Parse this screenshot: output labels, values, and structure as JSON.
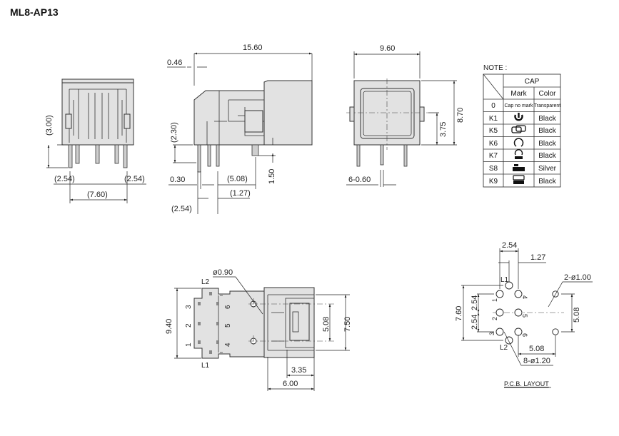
{
  "title": "ML8-AP13",
  "front_view": {
    "dim_height": "(3.00)",
    "dim_left_pitch": "(2.54)",
    "dim_right_pitch": "(2.54)",
    "dim_width": "(7.60)"
  },
  "side_view": {
    "dim_length": "15.60",
    "dim_thickness": "0.46",
    "dim_height": "(2.30)",
    "dim_pin_width": "0.30",
    "dim_pitch_a": "(5.08)",
    "dim_pitch_b": "(1.27)",
    "dim_pitch_c": "(2.54)",
    "dim_standoff": "1.50"
  },
  "top_view": {
    "dim_width": "9.60",
    "dim_height": "8.70",
    "dim_center": "3.75",
    "dim_pins": "6-0.60"
  },
  "note": {
    "label": "NOTE :",
    "header_group": "CAP",
    "col_mark": "Mark",
    "col_color": "Color",
    "rows": [
      {
        "code": "0",
        "mark": "Cap no mark",
        "color": "Transparent",
        "icon": "none"
      },
      {
        "code": "K1",
        "mark": "",
        "color": "Black",
        "icon": "power-icon"
      },
      {
        "code": "K5",
        "mark": "",
        "color": "Black",
        "icon": "link-icon"
      },
      {
        "code": "K6",
        "mark": "",
        "color": "Black",
        "icon": "rotate-icon"
      },
      {
        "code": "K7",
        "mark": "",
        "color": "Black",
        "icon": "recirculate-icon"
      },
      {
        "code": "S8",
        "mark": "",
        "color": "Silver",
        "icon": "air-cmos-icon"
      },
      {
        "code": "K9",
        "mark": "",
        "color": "Black",
        "icon": "air-cmos-car-icon"
      }
    ]
  },
  "bottom_view": {
    "dim_height": "9.40",
    "dim_hole": "ø0.90",
    "dim_hole_pitch": "5.08",
    "dim_cap": "7.50",
    "dim_offset": "3.35",
    "dim_width": "6.00",
    "label_l1": "L1",
    "label_l2": "L2",
    "pins": [
      "1",
      "2",
      "3",
      "4",
      "5",
      "6"
    ]
  },
  "pcb": {
    "dim_pitch_x": "2.54",
    "dim_offset_x": "1.27",
    "dim_big_holes": "2-ø1.00",
    "dim_total": "7.60",
    "dim_pitch_y1": "2.54",
    "dim_pitch_y2": "2.54",
    "dim_big_pitch_y": "5.08",
    "dim_big_pitch_x": "5.08",
    "dim_small_holes": "8-ø1.20",
    "label_l1": "L1",
    "label_l2": "L2",
    "pins": [
      "1",
      "2",
      "3",
      "4",
      "5",
      "6"
    ],
    "caption": "P.C.B. LAYOUT"
  }
}
